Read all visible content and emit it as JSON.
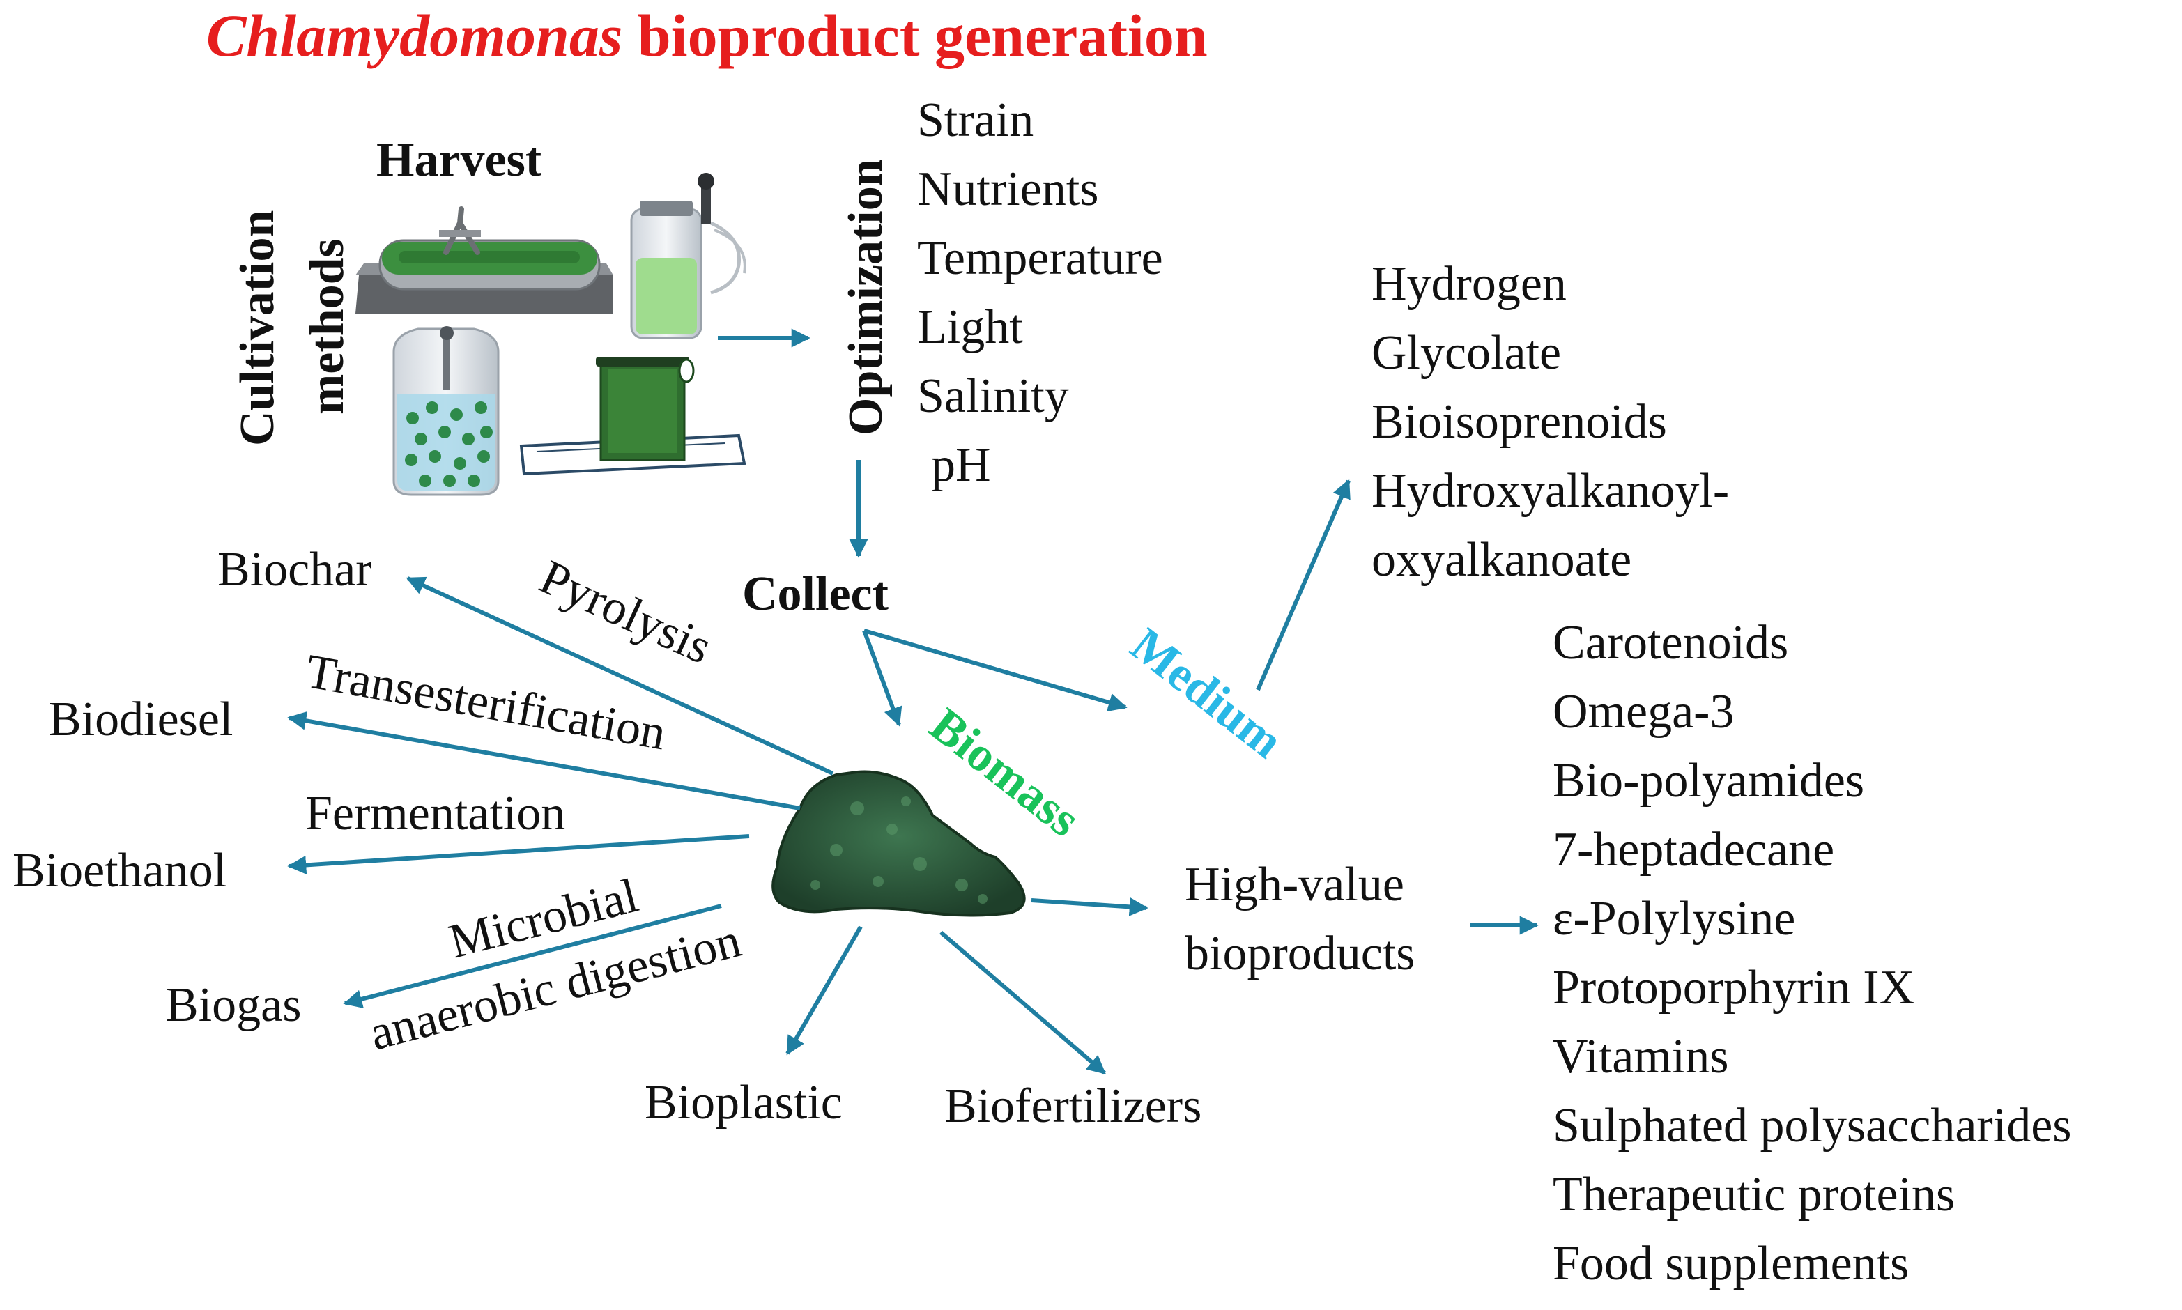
{
  "title": {
    "italic": "Chlamydomonas",
    "rest": " bioproduct generation"
  },
  "labels": {
    "harvest": "Harvest",
    "cultivation_line1": "Cultivation",
    "cultivation_line2": "methods",
    "optimization": "Optimization",
    "collect": "Collect",
    "medium": "Medium",
    "biomass": "Biomass",
    "high_value_line1": "High-value",
    "high_value_line2": "bioproducts"
  },
  "optimization_factors": [
    "Strain",
    "Nutrients",
    "Temperature",
    "Light",
    "Salinity",
    "pH"
  ],
  "medium_products": [
    "Hydrogen",
    "Glycolate",
    "Bioisoprenoids",
    "Hydroxyalkanoyl-",
    "oxyalkanoate"
  ],
  "high_value_products": [
    "Carotenoids",
    "Omega-3",
    "Bio-polyamides",
    "7-heptadecane",
    "ε-Polylysine",
    "Protoporphyrin IX",
    "Vitamins",
    "Sulphated polysaccharides",
    "Therapeutic proteins",
    "Food supplements"
  ],
  "biomass_outputs": {
    "biochar": "Biochar",
    "biodiesel": "Biodiesel",
    "bioethanol": "Bioethanol",
    "biogas": "Biogas",
    "bioplastic": "Bioplastic",
    "biofertilizers": "Biofertilizers"
  },
  "processes": {
    "pyrolysis": "Pyrolysis",
    "transesterification": "Transesterification",
    "fermentation": "Fermentation",
    "microbial": "Microbial",
    "anaerobic_digestion": "anaerobic digestion"
  },
  "colors": {
    "title": "#e61e1e",
    "arrow": "#1f7ea1",
    "medium": "#29b8e6",
    "biomass_label": "#19c25a",
    "biomass_blob": "#2e5a3c",
    "text": "#111111"
  }
}
